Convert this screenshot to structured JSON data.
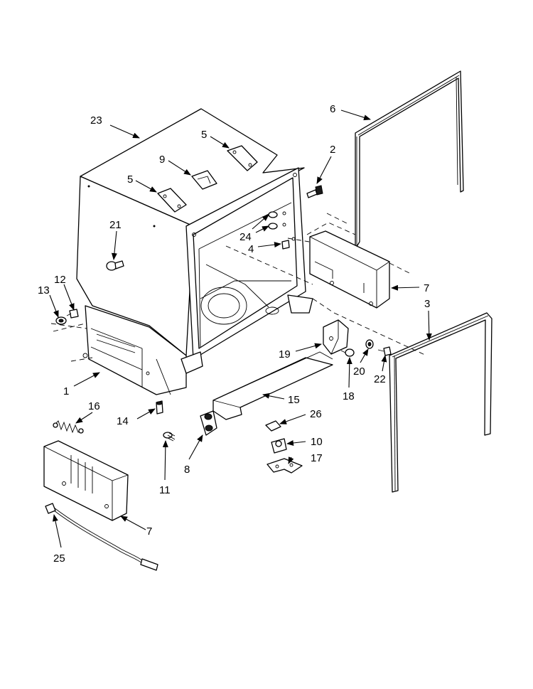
{
  "callouts": [
    {
      "id": "c23",
      "text": "23"
    },
    {
      "id": "c5a",
      "text": "5"
    },
    {
      "id": "c9",
      "text": "9"
    },
    {
      "id": "c5b",
      "text": "5"
    },
    {
      "id": "c6",
      "text": "6"
    },
    {
      "id": "c2",
      "text": "2"
    },
    {
      "id": "c21",
      "text": "21"
    },
    {
      "id": "c24",
      "text": "24"
    },
    {
      "id": "c4",
      "text": "4"
    },
    {
      "id": "c12",
      "text": "12"
    },
    {
      "id": "c13",
      "text": "13"
    },
    {
      "id": "c7a",
      "text": "7"
    },
    {
      "id": "c3",
      "text": "3"
    },
    {
      "id": "c19",
      "text": "19"
    },
    {
      "id": "c20",
      "text": "20"
    },
    {
      "id": "c22",
      "text": "22"
    },
    {
      "id": "c18",
      "text": "18"
    },
    {
      "id": "c1",
      "text": "1"
    },
    {
      "id": "c15",
      "text": "15"
    },
    {
      "id": "c16",
      "text": "16"
    },
    {
      "id": "c14",
      "text": "14"
    },
    {
      "id": "c26",
      "text": "26"
    },
    {
      "id": "c10",
      "text": "10"
    },
    {
      "id": "c17",
      "text": "17"
    },
    {
      "id": "c8",
      "text": "8"
    },
    {
      "id": "c11",
      "text": "11"
    },
    {
      "id": "c7b",
      "text": "7"
    },
    {
      "id": "c25",
      "text": "25"
    }
  ]
}
